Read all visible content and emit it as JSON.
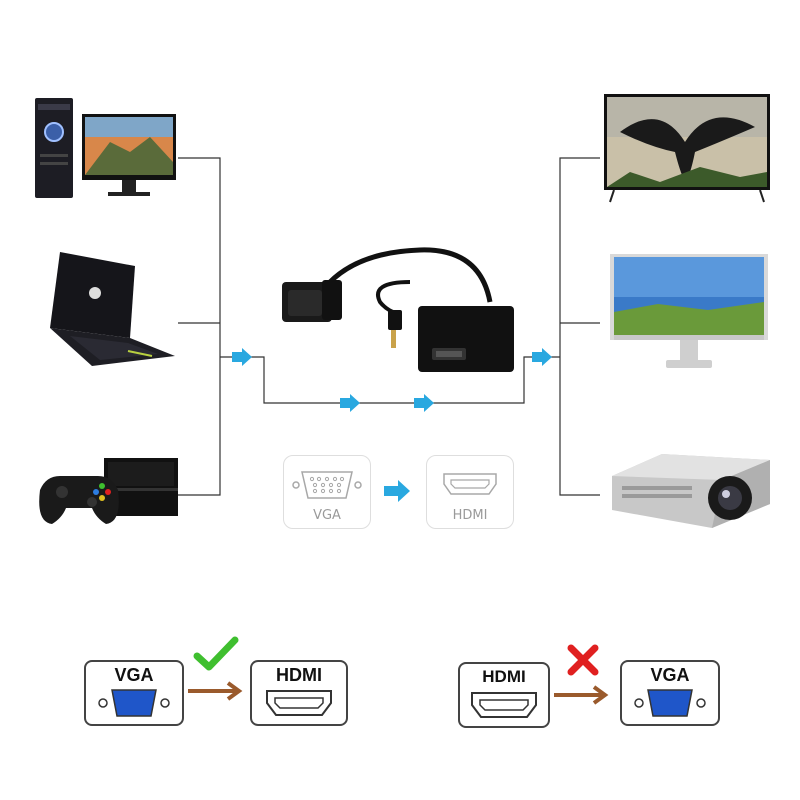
{
  "sources": [
    {
      "name": "desktop-pc-with-monitor"
    },
    {
      "name": "laptop"
    },
    {
      "name": "game-console"
    }
  ],
  "displays": [
    {
      "name": "tv"
    },
    {
      "name": "monitor"
    },
    {
      "name": "projector"
    }
  ],
  "middle_icons": {
    "left_label": "VGA",
    "right_label": "HDMI"
  },
  "bottom": {
    "supported": {
      "from": "VGA",
      "to": "HDMI",
      "status_icon": "check-icon"
    },
    "not_supported": {
      "from": "HDMI",
      "to": "VGA",
      "status_icon": "cross-icon"
    }
  },
  "colors": {
    "line": "#333333",
    "arrow_blue": "#29a8e0",
    "arrow_brown": "#9a5a2c",
    "check": "#3fbf2f",
    "cross": "#e02020",
    "vga_blue": "#1f56c9"
  }
}
